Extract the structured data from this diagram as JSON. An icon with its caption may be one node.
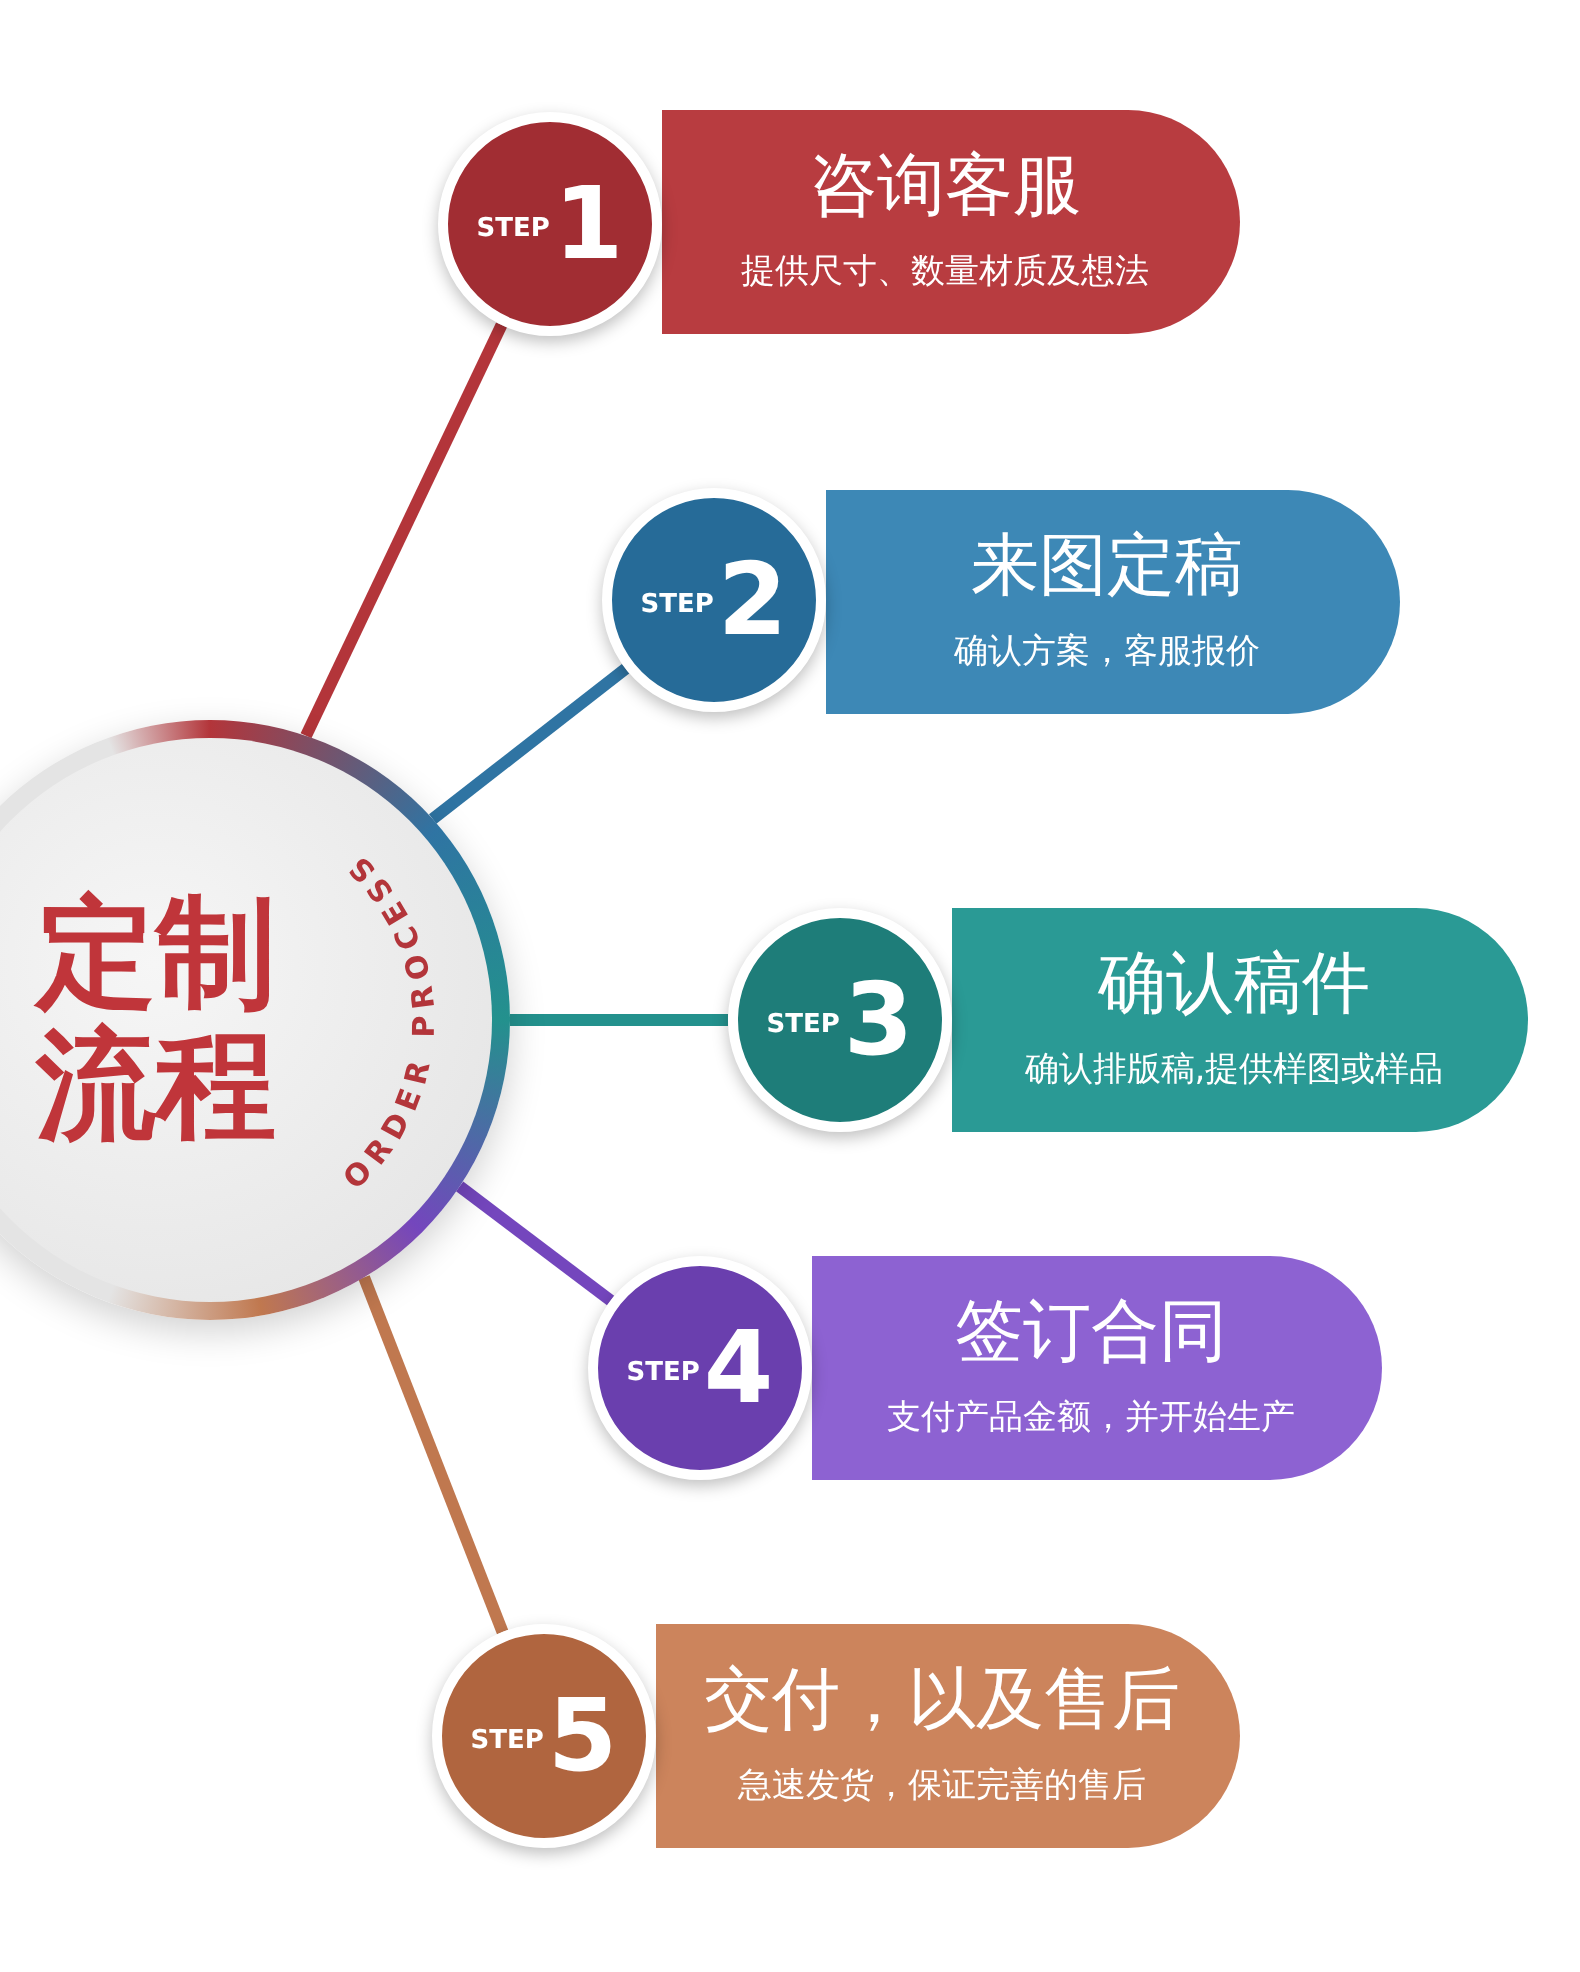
{
  "diagram": {
    "nodes": [
      {
        "text": [
          "定制流程",
          "ORDER PROCESS"
        ]
      },
      {
        "text": [
          "STEP",
          "1"
        ]
      },
      {
        "text": [
          "咨询客服",
          "提供尺寸、数量材质及想法"
        ]
      },
      {
        "text": [
          "STEP",
          "2"
        ]
      },
      {
        "text": [
          "来图定稿",
          "确认方案，客服报价"
        ]
      },
      {
        "text": [
          "STEP",
          "3"
        ]
      },
      {
        "text": [
          "确认稿件",
          "确认排版稿,提供样图或样品"
        ]
      },
      {
        "text": [
          "STEP",
          "4"
        ]
      },
      {
        "text": [
          "签订合同",
          "支付产品金额，并开始生产"
        ]
      },
      {
        "text": [
          "STEP",
          "5"
        ]
      },
      {
        "text": [
          "交付，以及售后",
          "急速发货，保证完善的售后"
        ]
      }
    ],
    "edges": [
      {
        "from": 0,
        "to": 1,
        "arrow": "none",
        "color": "#b3353a"
      },
      {
        "from": 0,
        "to": 3,
        "arrow": "none",
        "color": "#2f74a3"
      },
      {
        "from": 0,
        "to": 5,
        "arrow": "none",
        "color": "#23918d"
      },
      {
        "from": 0,
        "to": 7,
        "arrow": "none",
        "color": "#7446bd"
      },
      {
        "from": 0,
        "to": 9,
        "arrow": "none",
        "color": "#c0784f"
      }
    ]
  }
}
